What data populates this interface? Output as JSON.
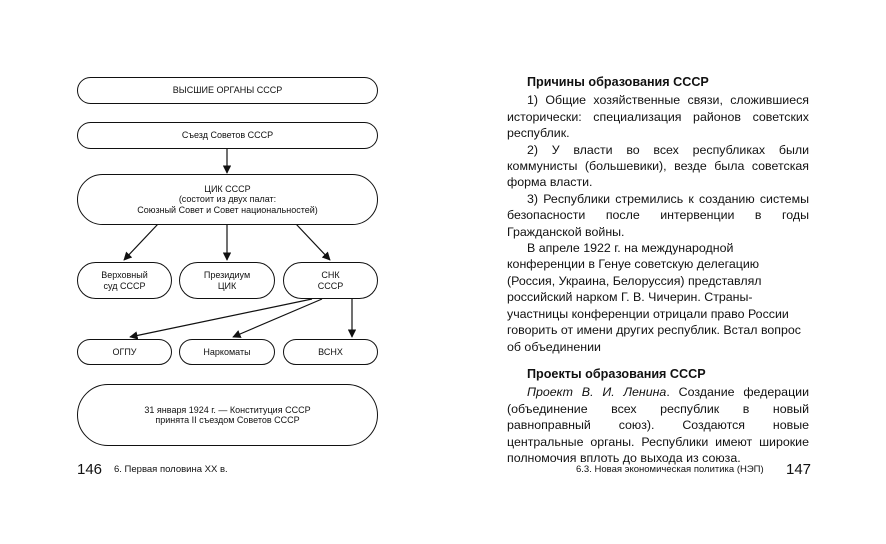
{
  "left_page": {
    "diagram": {
      "top_box": "ВЫСШИЕ ОРГАНЫ СССР",
      "congress": "Съезд Советов СССР",
      "cik": "ЦИК СССР\n(состоит из двух палат:\nСоюзный Совет и Совет национальностей)",
      "supreme_court": "Верховный\nсуд СССР",
      "presidium": "Президиум\nЦИК",
      "snk": "СНК\nСССР",
      "ogpu": "ОГПУ",
      "narkomaty": "Наркоматы",
      "vsnh": "ВСНХ",
      "constitution": "31 января 1924 г. — Конституция СССР\nпринята II съездом Советов СССР"
    },
    "page_number": "146",
    "running_head": "6. Первая половина XX в."
  },
  "right_page": {
    "section1_title": "Причины образования СССР",
    "reasons": [
      "1) Общие хозяйственные связи, сложившиеся исторически: специализация районов советских республик.",
      "2) У власти во всех республиках были коммунисты (большевики), везде была советская форма власти.",
      "3) Республики стремились к созданию системы безопасности после интервенции в годы Гражданской войны."
    ],
    "genoa_paragraph": "В апреле 1922 г. на международной конференции в Генуе советскую делегацию (Россия, Украина, Белоруссия) представлял российский нарком Г. В. Чичерин. Страны-участницы конференции отрицали право России говорить от имени других республик. Встал вопрос об объединении",
    "section2_title": "Проекты образования СССР",
    "lenin_project_label": "Проект В. И. Ленина",
    "lenin_project_text": ". Создание федерации (объединение всех республик в новый равноправный союз). Создаются новые центральные органы. Республики имеют широкие полномочия вплоть до выхода из союза.",
    "page_number": "147",
    "running_head": "6.3. Новая экономическая политика (НЭП)"
  }
}
